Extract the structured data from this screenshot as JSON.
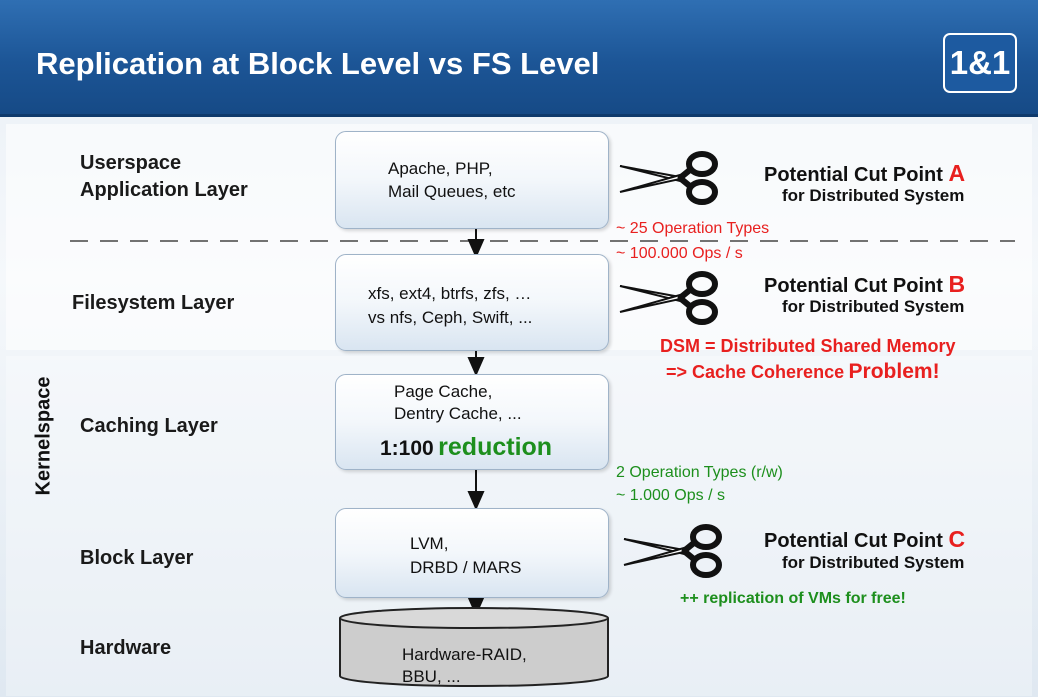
{
  "header": {
    "title": "Replication at Block Level vs FS Level",
    "logo_text": "1&1"
  },
  "side_label": "Kernelspace",
  "layers": [
    {
      "label_lines": [
        "Userspace",
        "Application Layer"
      ],
      "box_lines": [
        "Apache, PHP,",
        "Mail Queues, etc"
      ]
    },
    {
      "label_lines": [
        "Filesystem Layer"
      ],
      "box_lines": [
        "xfs, ext4, btrfs, zfs, …",
        "vs nfs, Ceph, Swift, ..."
      ]
    },
    {
      "label_lines": [
        "Caching Layer"
      ],
      "box_lines": [
        "Page Cache,",
        "Dentry Cache, ..."
      ],
      "highlight": {
        "prefix": "1:100",
        "word": "reduction"
      }
    },
    {
      "label_lines": [
        "Block Layer"
      ],
      "box_lines": [
        "LVM,",
        "DRBD / MARS"
      ]
    },
    {
      "label_lines": [
        "Hardware"
      ],
      "box_lines": [
        "Hardware-RAID,",
        "BBU, ..."
      ]
    }
  ],
  "annotations": {
    "fs_rate": [
      "~ 25 Operation Types",
      "~ 100.000 Ops / s"
    ],
    "block_rate": [
      "2 Operation Types (r/w)",
      "~ 1.000 Ops / s"
    ]
  },
  "cut_points": [
    {
      "title": "Potential Cut Point",
      "letter": "A",
      "subtitle": "for Distributed System"
    },
    {
      "title": "Potential Cut Point",
      "letter": "B",
      "subtitle": "for Distributed System"
    },
    {
      "title": "Potential Cut Point",
      "letter": "C",
      "subtitle": "for Distributed System"
    }
  ],
  "dsm_note": {
    "line1": "DSM = Distributed Shared Memory",
    "line2_prefix": "=> Cache Coherence",
    "line2_word": "Problem!"
  },
  "vm_note": "++ replication of VMs for free!",
  "colors": {
    "header": "#1c5596",
    "accent_red": "#e8201f",
    "accent_green": "#1d8f1d"
  },
  "icons": [
    "scissors-icon",
    "arrow-down-icon"
  ]
}
